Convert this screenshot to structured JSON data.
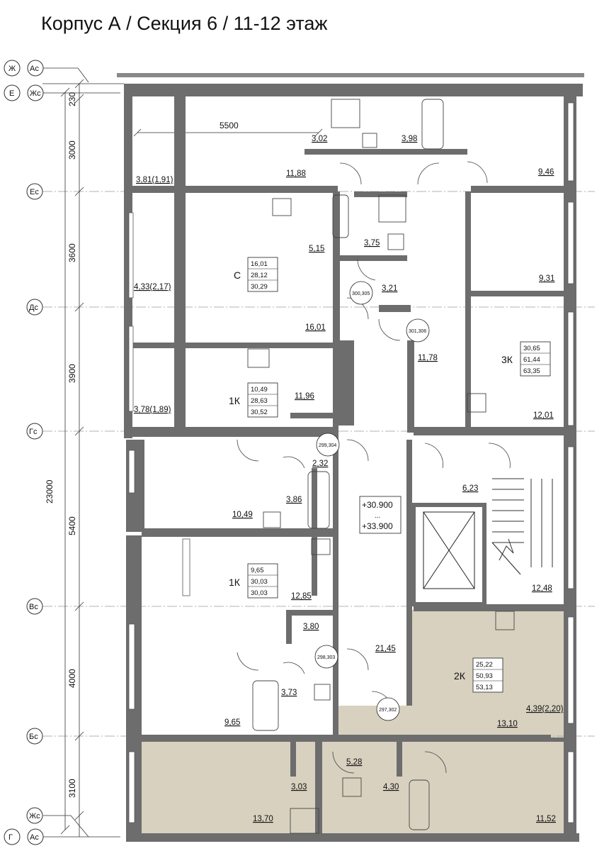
{
  "title": "Корпус А / Секция 6 / 11-12 этаж",
  "axes_left": [
    "Ж",
    "Ac",
    "E",
    "Жc",
    "Ec",
    "Дс",
    "Гс",
    "Вс",
    "Бс",
    "Жс",
    "Г",
    "Ac"
  ],
  "dimensions": [
    "230",
    "3000",
    "3600",
    "3900",
    "5400",
    "23000",
    "4000",
    "3100"
  ],
  "span_dimension": "5500",
  "elevations": [
    "+30.900",
    "...",
    "+33.900"
  ],
  "apartments": {
    "c": {
      "code": "С",
      "lines": [
        "16,01",
        "28,12",
        "30,29"
      ]
    },
    "k1a": {
      "code": "1К",
      "lines": [
        "10,49",
        "28,63",
        "30,52"
      ]
    },
    "k1b": {
      "code": "1К",
      "lines": [
        "9,65",
        "30,03",
        "30,03"
      ]
    },
    "k3": {
      "code": "3К",
      "lines": [
        "30,65",
        "61,44",
        "63,35"
      ]
    },
    "k2": {
      "code": "2К",
      "lines": [
        "25,22",
        "50,93",
        "53,13"
      ]
    }
  },
  "room_areas": {
    "a1": "3,02",
    "a2": "3,98",
    "a3": "11,88",
    "a4": "9,46",
    "a5": "3,81(1,91)",
    "a6": "5,15",
    "a7": "3,75",
    "a8": "3,21",
    "a9": "9,31",
    "a10": "4,33(2,17)",
    "a11": "16,01",
    "a12": "11,78",
    "a13": "11,96",
    "a14": "3,78(1,89)",
    "a15": "12,01",
    "a16": "2,32",
    "a17": "6,23",
    "a18": "3,86",
    "a19": "10,49",
    "a20": "12,48",
    "a21": "12,85",
    "a22": "3,80",
    "a23": "21,45",
    "a24": "3,73",
    "a25": "9,65",
    "a26": "13,10",
    "a27": "4,39(2,20)",
    "a28": "5,28",
    "a29": "3,03",
    "a30": "4,30",
    "a31": "13,70",
    "a32": "11,52"
  },
  "markers": {
    "m1": "300,305",
    "m2": "301,306",
    "m3": "299,304",
    "m4": "298,303",
    "m5": "297,302"
  },
  "colors": {
    "wall": "#6d6d6d",
    "wall_dark": "#4a4a4a",
    "highlight": "#d8d1c0",
    "line": "#222222",
    "axis": "#777777"
  }
}
